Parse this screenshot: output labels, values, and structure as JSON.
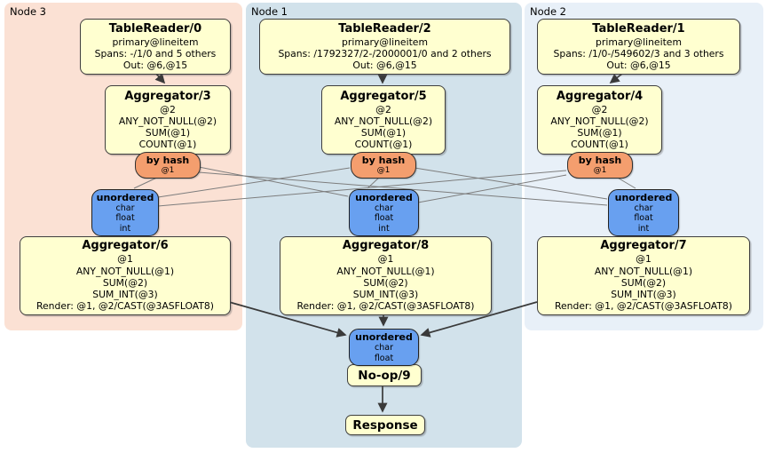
{
  "nodes": [
    {
      "label": "Node 3",
      "tableReader": {
        "title": "TableReader/0",
        "lines": [
          "primary@lineitem",
          "Spans: -/1/0 and 5 others",
          "Out: @6,@15"
        ]
      },
      "aggTop": {
        "title": "Aggregator/3",
        "lines": [
          "@2",
          "ANY_NOT_NULL(@2)",
          "SUM(@1)",
          "COUNT(@1)"
        ]
      },
      "router": {
        "title": "by hash",
        "detail": "@1"
      },
      "sync": {
        "title": "unordered",
        "lines": [
          "char",
          "float",
          "int"
        ]
      },
      "aggBottom": {
        "title": "Aggregator/6",
        "lines": [
          "@1",
          "ANY_NOT_NULL(@1)",
          "SUM(@2)",
          "SUM_INT(@3)",
          "Render: @1, @2/CAST(@3ASFLOAT8)"
        ]
      }
    },
    {
      "label": "Node 1",
      "tableReader": {
        "title": "TableReader/2",
        "lines": [
          "primary@lineitem",
          "Spans: /1792327/2-/2000001/0 and 2 others",
          "Out: @6,@15"
        ]
      },
      "aggTop": {
        "title": "Aggregator/5",
        "lines": [
          "@2",
          "ANY_NOT_NULL(@2)",
          "SUM(@1)",
          "COUNT(@1)"
        ]
      },
      "router": {
        "title": "by hash",
        "detail": "@1"
      },
      "sync": {
        "title": "unordered",
        "lines": [
          "char",
          "float",
          "int"
        ]
      },
      "aggBottom": {
        "title": "Aggregator/8",
        "lines": [
          "@1",
          "ANY_NOT_NULL(@1)",
          "SUM(@2)",
          "SUM_INT(@3)",
          "Render: @1, @2/CAST(@3ASFLOAT8)"
        ]
      }
    },
    {
      "label": "Node 2",
      "tableReader": {
        "title": "TableReader/1",
        "lines": [
          "primary@lineitem",
          "Spans: /1/0-/549602/3 and 3 others",
          "Out: @6,@15"
        ]
      },
      "aggTop": {
        "title": "Aggregator/4",
        "lines": [
          "@2",
          "ANY_NOT_NULL(@2)",
          "SUM(@1)",
          "COUNT(@1)"
        ]
      },
      "router": {
        "title": "by hash",
        "detail": "@1"
      },
      "sync": {
        "title": "unordered",
        "lines": [
          "char",
          "float",
          "int"
        ]
      },
      "aggBottom": {
        "title": "Aggregator/7",
        "lines": [
          "@1",
          "ANY_NOT_NULL(@1)",
          "SUM(@2)",
          "SUM_INT(@3)",
          "Render: @1, @2/CAST(@3ASFLOAT8)"
        ]
      }
    }
  ],
  "final": {
    "sync": {
      "title": "unordered",
      "lines": [
        "char",
        "float"
      ]
    },
    "noop_label": "No-op/9",
    "response_label": "Response"
  },
  "colors": {
    "node3_bg": "#fbe1d4",
    "node1_bg": "#d2e2eb",
    "node2_bg": "#e8f0f8",
    "processor_fill": "#ffffd0",
    "router_fill": "#f49e6e",
    "sync_fill": "#68a0f0",
    "edge_thin": "#7d7d7d",
    "edge_thick": "#3a3a3a"
  }
}
